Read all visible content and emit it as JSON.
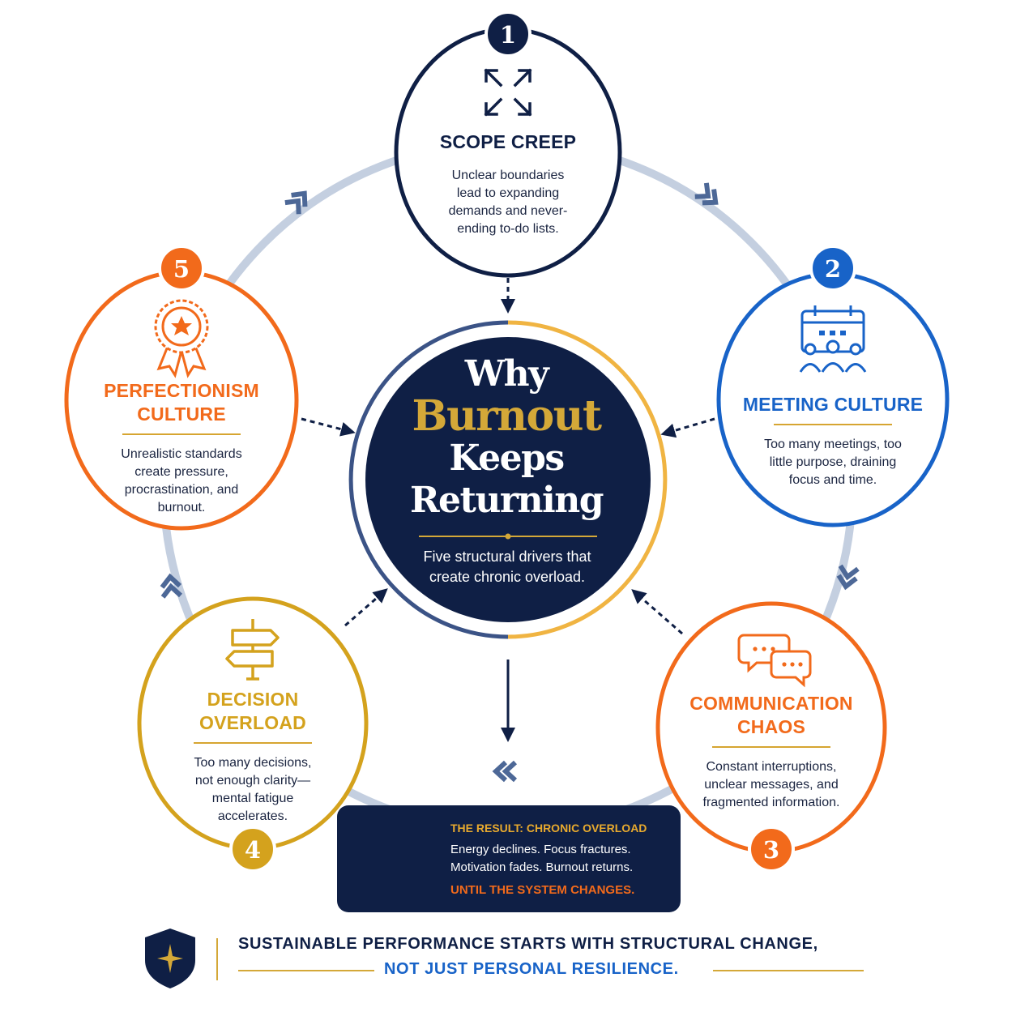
{
  "hub": {
    "title_why": "Why",
    "title_burnout": "Burnout",
    "title_keeps": "Keeps",
    "title_returning": "Returning",
    "subtitle": "Five structural drivers that create chronic overload."
  },
  "nodes": [
    {
      "number": "1",
      "title": "SCOPE CREEP",
      "description": "Unclear boundaries lead to expanding demands and never-ending to-do lists.",
      "icon": "expand-arrows-icon",
      "color": "#0f1f45"
    },
    {
      "number": "2",
      "title": "MEETING CULTURE",
      "description": "Too many meetings, too little purpose, draining focus and time.",
      "icon": "calendar-people-icon",
      "color": "#1863c8"
    },
    {
      "number": "3",
      "title_line1": "COMMUNICATION",
      "title_line2": "CHAOS",
      "description": "Constant interruptions, unclear messages, and fragmented information.",
      "icon": "chat-bubbles-icon",
      "color": "#f26a1b"
    },
    {
      "number": "4",
      "title_line1": "DECISION",
      "title_line2": "OVERLOAD",
      "description": "Too many decisions, not enough clarity— mental fatigue accelerates.",
      "icon": "signpost-icon",
      "color": "#d4a21d"
    },
    {
      "number": "5",
      "title_line1": "PERFECTIONISM",
      "title_line2": "CULTURE",
      "description": "Unrealistic standards create pressure, procrastination, and burnout.",
      "icon": "award-ribbon-icon",
      "color": "#f26a1b"
    }
  ],
  "result": {
    "label": "THE RESULT: CHRONIC OVERLOAD",
    "line1": "Energy declines. Focus fractures.",
    "line2": "Motivation fades. Burnout returns.",
    "final": "UNTIL THE SYSTEM CHANGES.",
    "icon": "gauge-warning-icon"
  },
  "footer": {
    "line1": "SUSTAINABLE PERFORMANCE STARTS WITH STRUCTURAL CHANGE,",
    "line2": "NOT JUST PERSONAL RESILIENCE.",
    "icon": "shield-star-icon"
  },
  "colors": {
    "navy": "#0f1f45",
    "blue": "#1863c8",
    "orange": "#f26a1b",
    "gold": "#d4a21d",
    "ring": "#c4cfe0"
  }
}
